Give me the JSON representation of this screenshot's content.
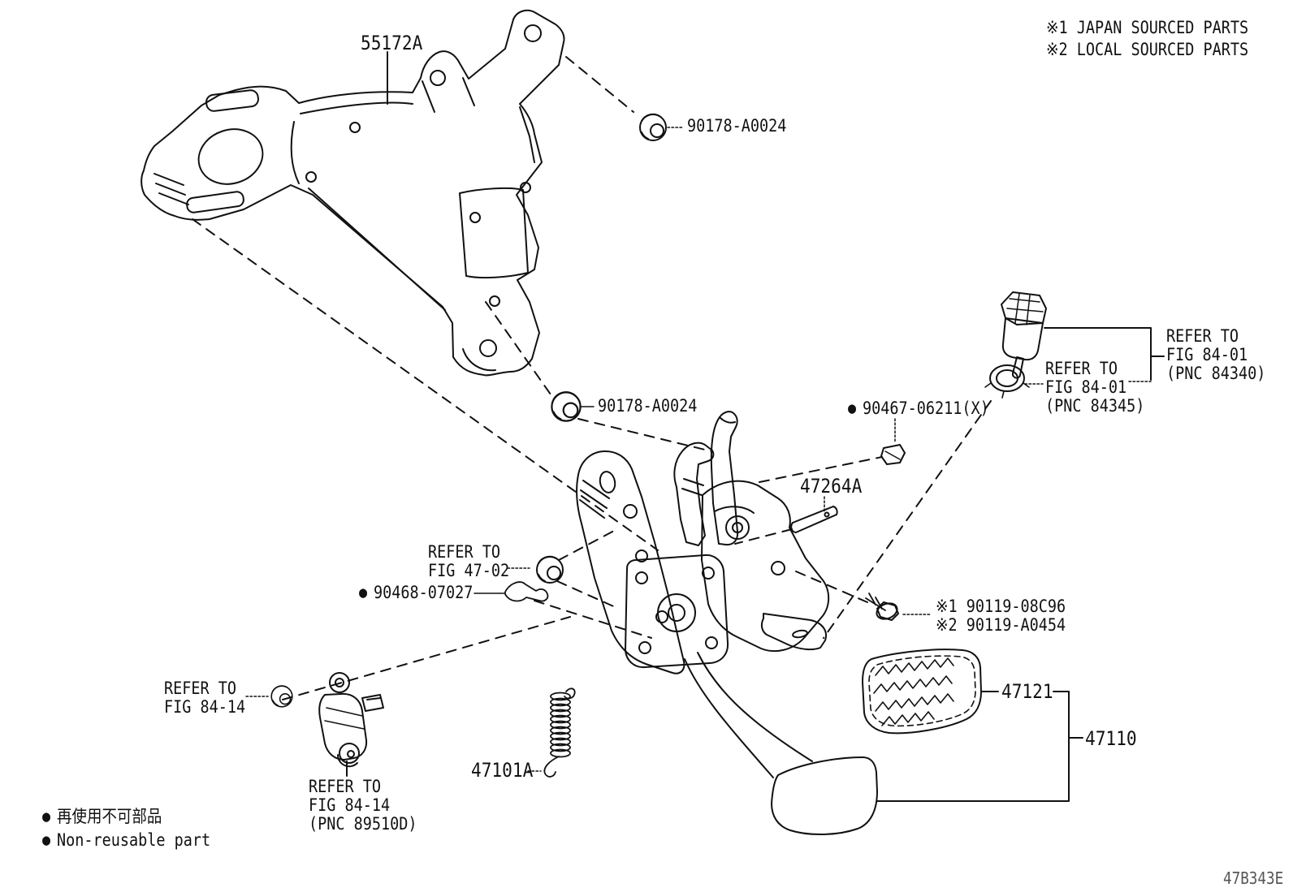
{
  "page": {
    "background": "#ffffff",
    "ink": "#111111"
  },
  "notes": {
    "japan": "※1 JAPAN SOURCED PARTS",
    "local": "※2 LOCAL SOURCED PARTS"
  },
  "labels": {
    "p55172a": "55172A",
    "p90178_top": "90178-A0024",
    "p90178_mid": "90178-A0024",
    "refer_84340": "REFER TO\nFIG 84-01\n(PNC 84340)",
    "refer_84345": "REFER TO\nFIG 84-01\n(PNC 84345)",
    "p90467": "90467-06211(X)",
    "p47264a": "47264A",
    "refer_4702": "REFER TO\nFIG 47-02",
    "p90468": "90468-07027",
    "p90119_japan": "※1 90119-08C96",
    "p90119_local": "※2 90119-A0454",
    "refer_8414": "REFER TO\nFIG 84-14",
    "p47101a": "47101A",
    "refer_89510": "REFER TO\nFIG 84-14\n(PNC 89510D)",
    "p47121": "47121",
    "p47110": "47110"
  },
  "legend": {
    "dot": "●",
    "jp": "再使用不可部品",
    "en": "Non-reusable part"
  },
  "footer": {
    "drawing_code": "47B343E"
  }
}
